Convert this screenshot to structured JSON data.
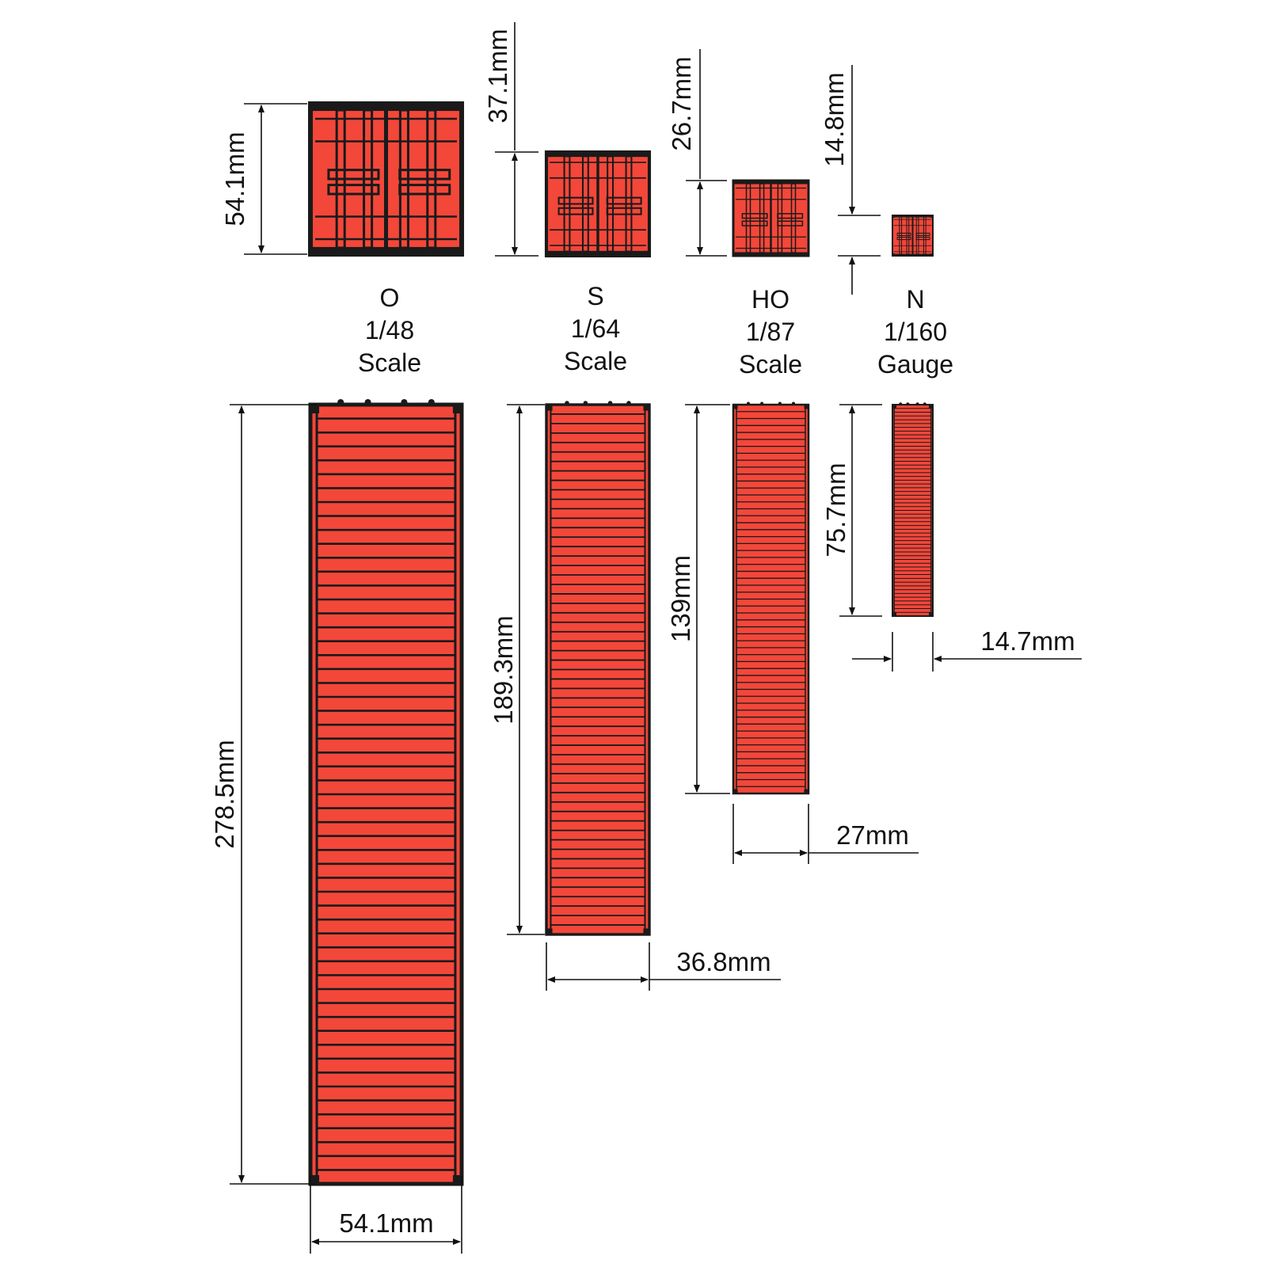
{
  "scales": [
    {
      "id": "o",
      "name": "O",
      "ratio": "1/48",
      "kind": "Scale",
      "end_height": "54.1mm",
      "length": "278.5mm",
      "width": "54.1mm"
    },
    {
      "id": "s",
      "name": "S",
      "ratio": "1/64",
      "kind": "Scale",
      "end_height": "37.1mm",
      "length": "189.3mm",
      "width": "36.8mm"
    },
    {
      "id": "ho",
      "name": "HO",
      "ratio": "1/87",
      "kind": "Scale",
      "end_height": "26.7mm",
      "length": "139mm",
      "width": "27mm"
    },
    {
      "id": "n",
      "name": "N",
      "ratio": "1/160",
      "kind": "Gauge",
      "end_height": "14.8mm",
      "length": "75.7mm",
      "width": "14.7mm"
    }
  ],
  "colors": {
    "container_fill": "#f3473a",
    "outline": "#1a1a1a",
    "background": "#ffffff"
  }
}
